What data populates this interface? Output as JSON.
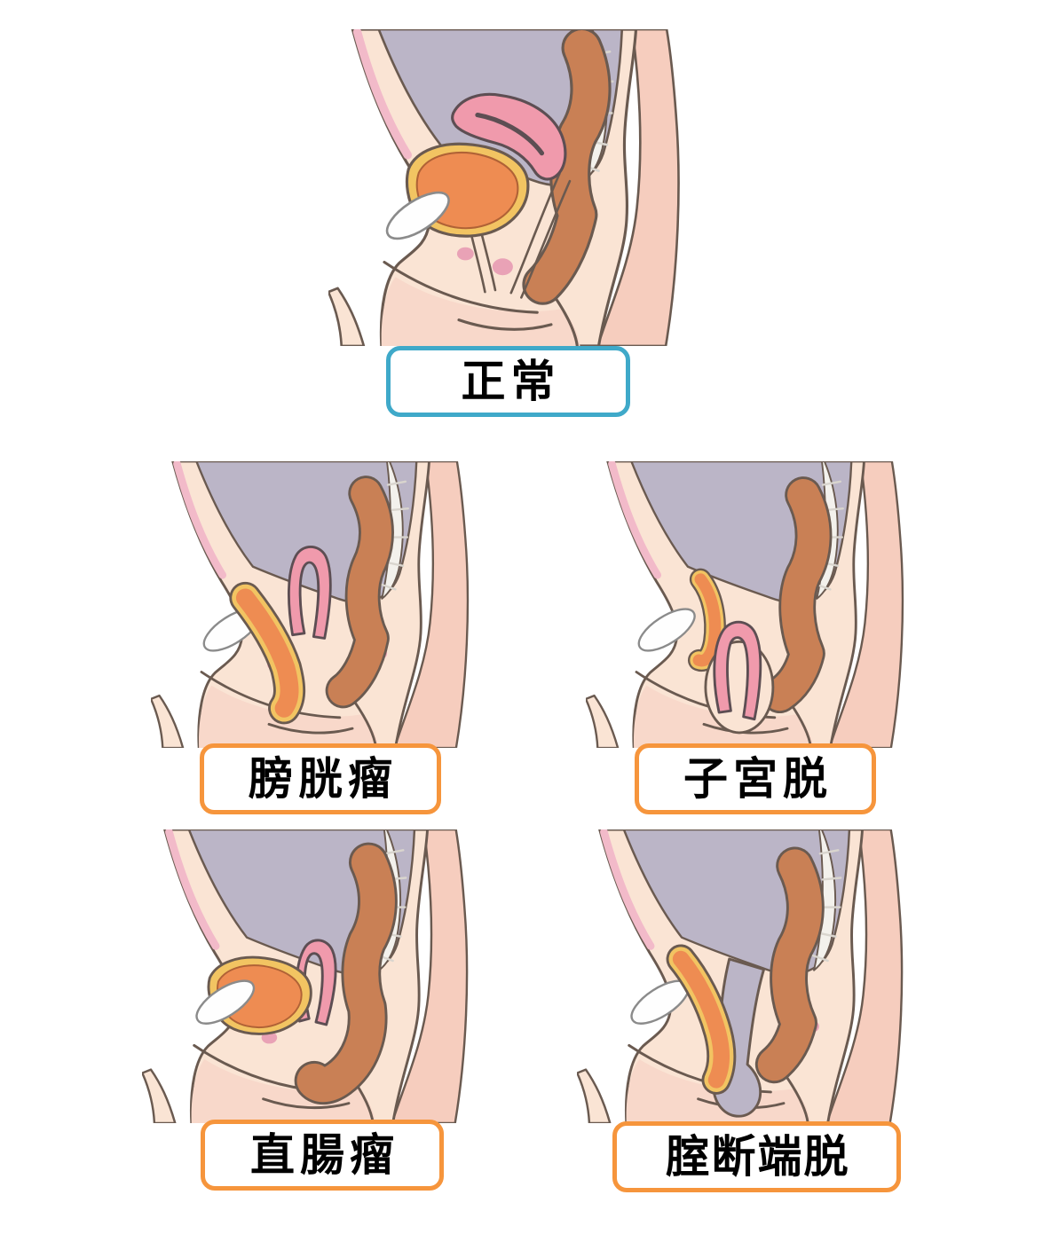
{
  "figure": {
    "name": "pelvic-organ-prolapse-diagram",
    "panels": [
      {
        "id": "normal",
        "label": "正常",
        "label_border": "#3FA9C9",
        "condition": "normal pelvic anatomy"
      },
      {
        "id": "cystocele",
        "label": "膀胱瘤",
        "label_border": "#F6953C",
        "condition": "bladder prolapse"
      },
      {
        "id": "uterine",
        "label": "子宮脱",
        "label_border": "#F6953C",
        "condition": "uterine prolapse"
      },
      {
        "id": "rectocele",
        "label": "直腸瘤",
        "label_border": "#F6953C",
        "condition": "rectal prolapse bulge"
      },
      {
        "id": "vault",
        "label": "腟断端脱",
        "label_border": "#F6953C",
        "condition": "vaginal vault prolapse"
      }
    ],
    "colors": {
      "skin": "#FAE4D4",
      "skin_shadow": "#F6CDBE",
      "skin_deep": "#F8D8CA",
      "outline": "#6A5A50",
      "cavity": "#BBB5C7",
      "sacrum": "#F3F1EC",
      "sacrum_hatch": "#D9D5CE",
      "uterus": "#F09AAC",
      "uterus_outline": "#5D4E53",
      "bladder": "#EE8C52",
      "bladder_rim": "#F2C462",
      "bladder_edge": "#B06236",
      "rectum": "#C98055",
      "pubic_bone": "#FEFEFE",
      "pubic_edge": "#8B8B8B",
      "muscle_pink": "#E9A2B6",
      "ab_stripe": "#F2BAC9"
    }
  }
}
